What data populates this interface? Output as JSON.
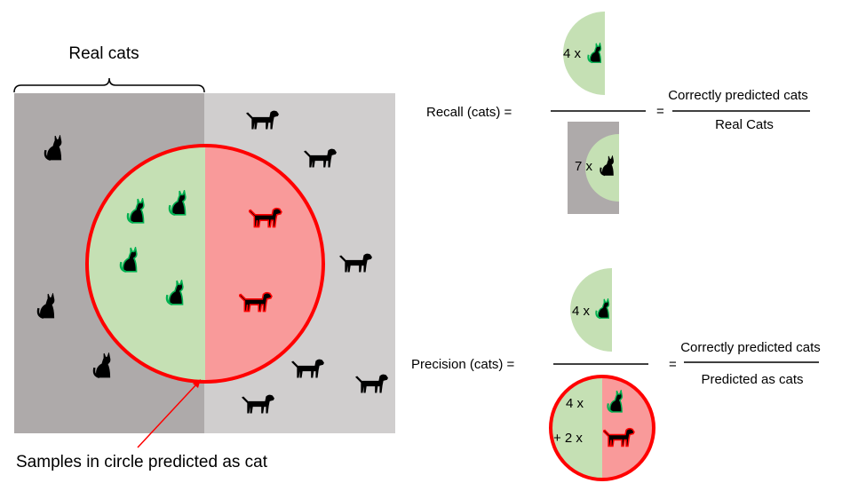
{
  "left_panel": {
    "bracket_label": "Real cats",
    "arrow_label": "Samples in circle predicted as cat"
  },
  "recall": {
    "label": "Recall (cats) =",
    "numerator_count": "4 x",
    "denominator_count": "7 x",
    "equals": "=",
    "word_numerator": "Correctly predicted cats",
    "word_denominator": "Real Cats"
  },
  "precision": {
    "label": "Precision (cats) =",
    "numerator_count": "4 x",
    "denominator_cat_count": "4 x",
    "denominator_dog_count": "+ 2 x",
    "equals": "=",
    "word_numerator": "Correctly predicted cats",
    "word_denominator": "Predicted as cats"
  },
  "colors": {
    "real_cats_bg": "#aeaaaa",
    "real_dogs_bg": "#d0cece",
    "correct_green": "#c5e0b4",
    "wrong_red": "#f99a9a",
    "circle_stroke": "#ff0000",
    "cat_outline": "#00b050"
  }
}
